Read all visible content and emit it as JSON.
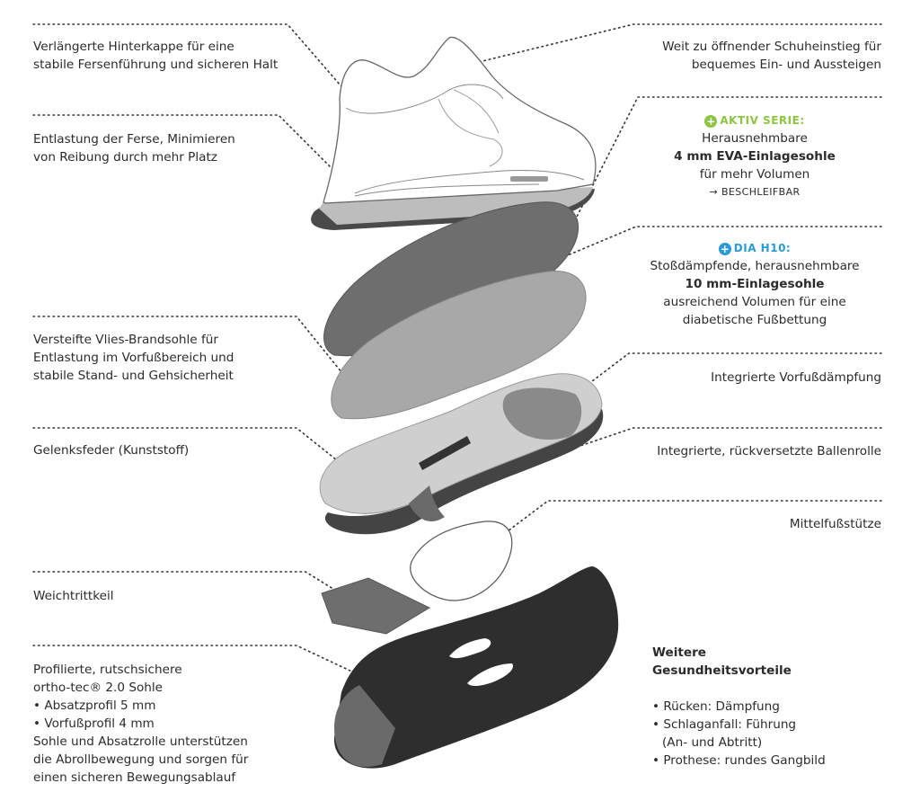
{
  "labels": {
    "heel_counter": [
      "Verlängerte Hinterkappe für eine",
      "stabile Fersenführung und sicheren Halt"
    ],
    "heel_relief": [
      "Entlastung der Ferse, Minimieren",
      "von Reibung durch mehr Platz"
    ],
    "insole_board": [
      "Versteifte Vlies-Brandsohle für",
      "Entlastung im Vorfußbereich und",
      "stabile Stand- und Gehsicherheit"
    ],
    "shank": [
      "Gelenksfeder (Kunststoff)"
    ],
    "soft_wedge": [
      "Weichtrittkeil"
    ],
    "outsole": [
      "Profilierte, rutschsichere",
      "ortho-tec® 2.0 Sohle",
      "• Absatzprofil 5 mm",
      "• Vorfußprofil 4 mm",
      "Sohle und Absatzrolle unterstützen",
      "die Abrollbewegung und sorgen für",
      "einen sicheren Bewegungsablauf"
    ],
    "entry": [
      "Weit zu öffnender Schuheinstieg für",
      "bequemes Ein- und Aussteigen"
    ],
    "aktiv": {
      "title": "AKTIV SERIE:",
      "line1": "Herausnehmbare",
      "line2": "4 mm EVA-Einlagesohle",
      "line3": "für mehr Volumen",
      "line4": "→ BESCHLEIFBAR"
    },
    "dia": {
      "title": "DIA H10:",
      "line1": "Stoßdämpfende, herausnehmbare",
      "line2": "10 mm-Einlagesohle",
      "line3": "ausreichend Volumen für eine",
      "line4": "diabetische Fußbettung"
    },
    "forefoot_cushion": [
      "Integrierte Vorfußdämpfung"
    ],
    "ball_roll": [
      "Integrierte, rückversetzte Ballenrolle"
    ],
    "midfoot_support": [
      "Mittelfußstütze"
    ],
    "benefits": {
      "title1": "Weitere",
      "title2": "Gesundheitsvorteile",
      "items": [
        "• Rücken: Dämpfung",
        "• Schlaganfall: Führung",
        "(An- und Abtritt)",
        "• Prothese: rundes Gangbild"
      ]
    }
  },
  "colors": {
    "text": "#2b2b2b",
    "green_accent": "#8cc540",
    "blue_accent": "#2a9bd6",
    "dark_insole": "#6e6e6e",
    "mid_insole": "#a8a8a8",
    "light_sole": "#cfcfcf",
    "outsole": "#2e2e2e"
  },
  "icons": {
    "aktiv_plus": "plus-circle-icon",
    "dia_plus": "plus-circle-icon"
  }
}
